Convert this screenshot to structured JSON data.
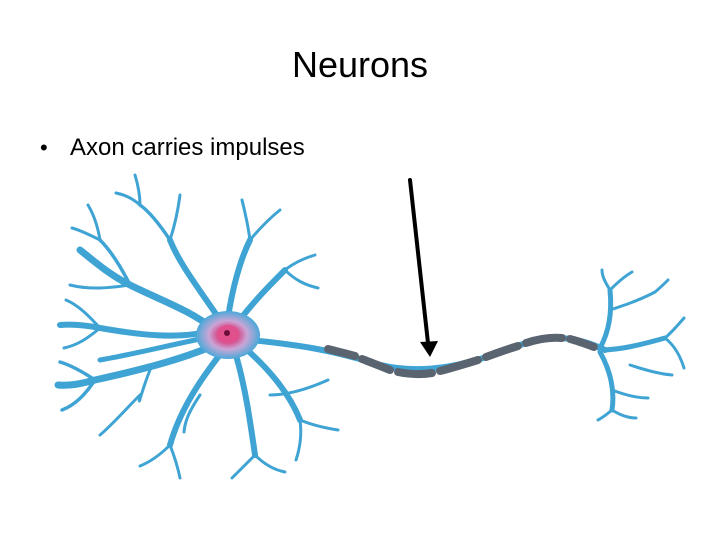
{
  "slide": {
    "title": "Neurons",
    "bullets": [
      {
        "symbol": "•",
        "text": "Axon carries impulses"
      }
    ]
  },
  "diagram": {
    "subject": "neuron",
    "parts": [
      "dendrites",
      "cell-body",
      "nucleus",
      "axon",
      "myelin-sheath",
      "axon-terminals"
    ],
    "pointer": {
      "target": "axon",
      "direction": "down"
    },
    "colors": {
      "dendrite": "#3fa4d4",
      "dendrite_light": "#7fcbe8",
      "soma_core": "#d8387a",
      "myelin": "#5a6470",
      "arrow": "#000000"
    }
  }
}
